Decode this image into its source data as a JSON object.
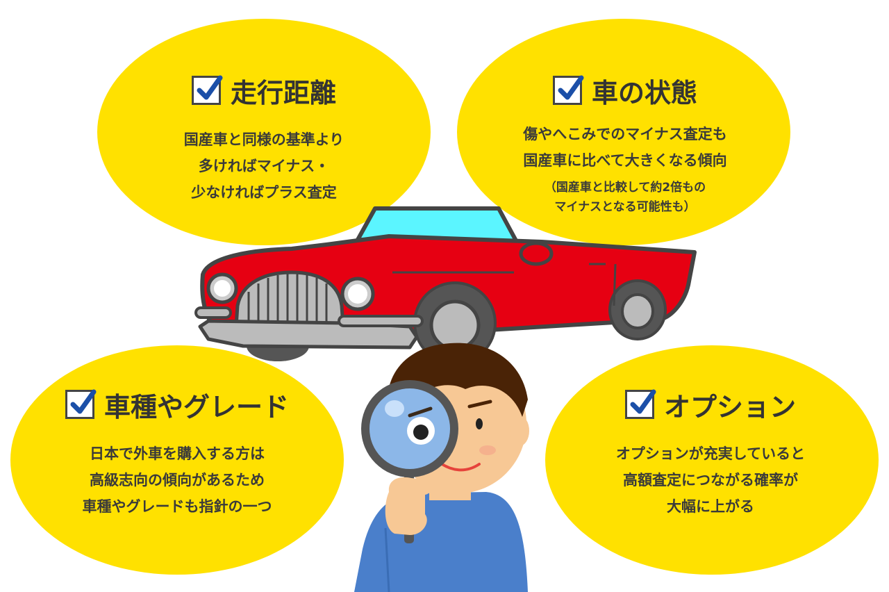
{
  "colors": {
    "bubble": "#FFE100",
    "car_body": "#E60012",
    "windshield": "#5BF5FF",
    "check_mark": "#1B4FA8",
    "shirt": "#4A7FCB",
    "hair": "#4A2306",
    "skin": "#F7C895"
  },
  "icons": [
    "check-box-icon",
    "red-convertible-car-illustration",
    "boy-with-magnifying-glass-illustration"
  ],
  "cards": {
    "mileage": {
      "title": "走行距離",
      "lines": [
        "国産車と同様の基準より",
        "多ければマイナス・",
        "少なければプラス査定"
      ]
    },
    "condition": {
      "title": "車の状態",
      "lines": [
        "傷やへこみでのマイナス査定も",
        "国産車に比べて大きくなる傾向"
      ],
      "notes": [
        "（国産車と比較して約2倍もの",
        "マイナスとなる可能性も）"
      ]
    },
    "grade": {
      "title": "車種やグレード",
      "lines": [
        "日本で外車を購入する方は",
        "高級志向の傾向があるため",
        "車種やグレードも指針の一つ"
      ]
    },
    "option": {
      "title": "オプション",
      "lines": [
        "オプションが充実していると",
        "高額査定につながる確率が",
        "大幅に上がる"
      ]
    }
  }
}
